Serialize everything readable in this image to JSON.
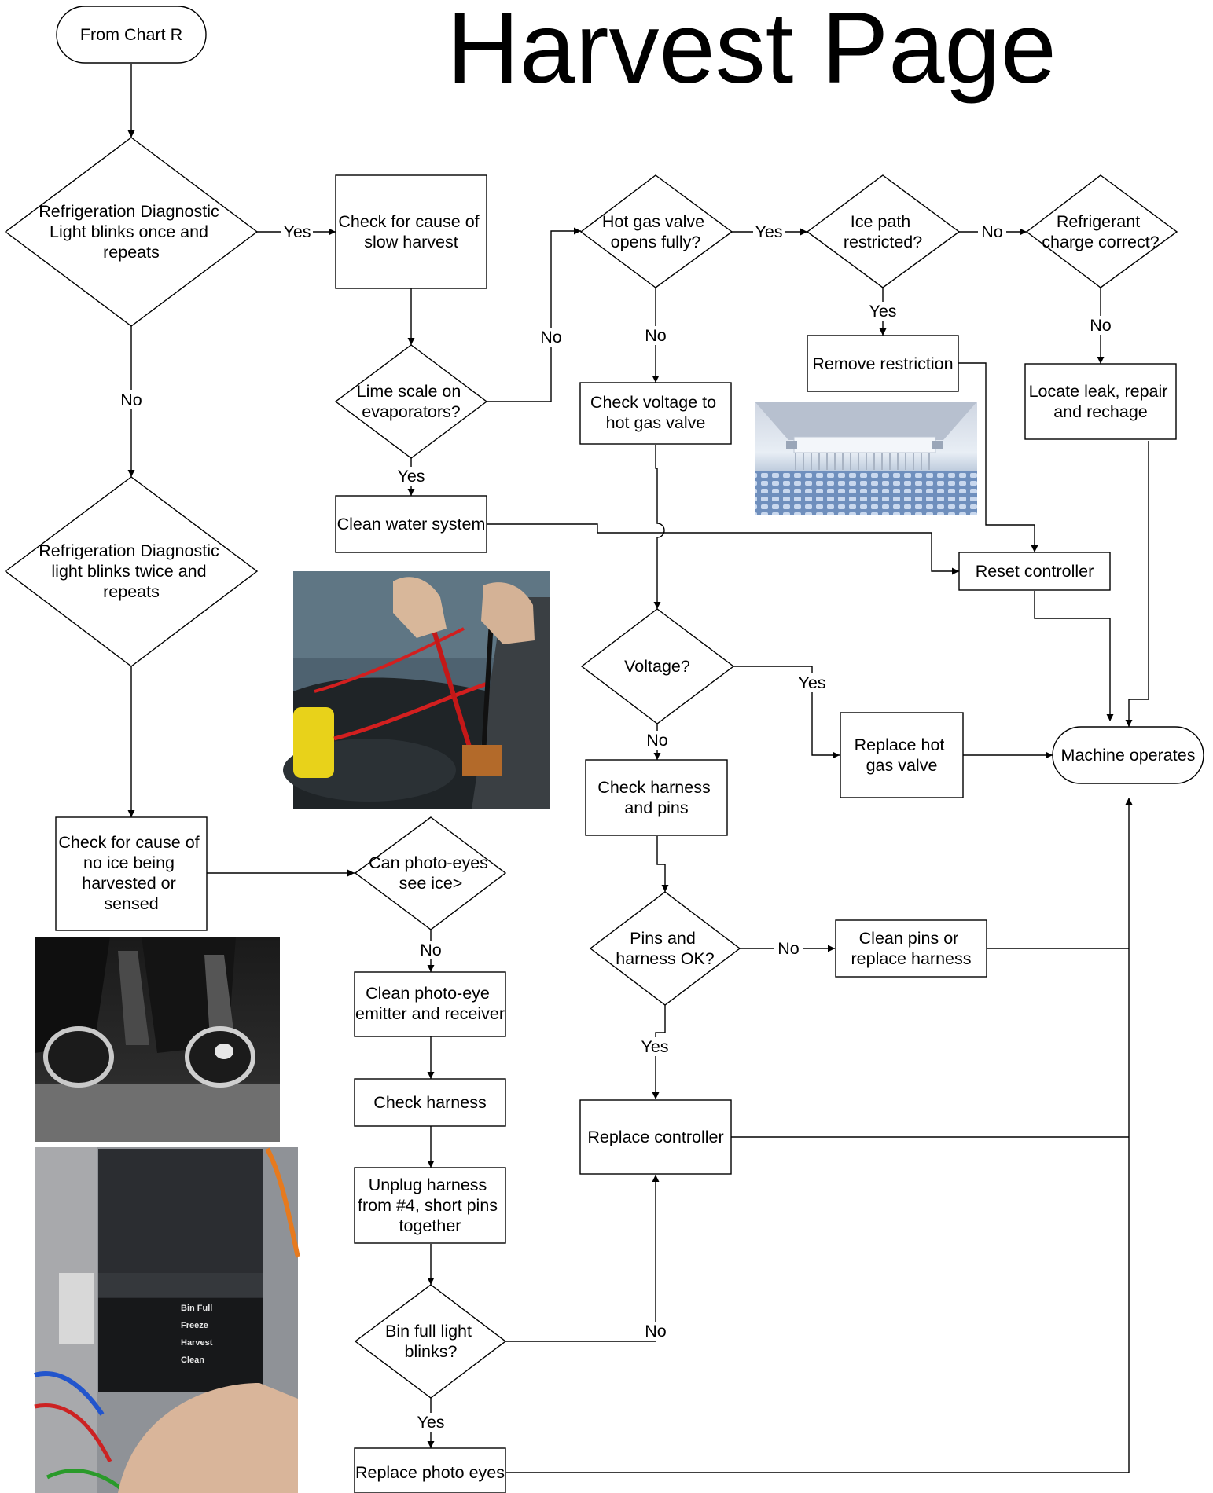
{
  "title": "Harvest Page",
  "nodes": {
    "from_chart_r": "From Chart R",
    "d_blinks_once": [
      "Refrigeration Diagnostic",
      "Light blinks once and",
      "repeats"
    ],
    "check_slow_harvest": [
      "Check for cause of",
      "slow harvest"
    ],
    "d_hot_gas_opens": [
      "Hot gas valve",
      "opens fully?"
    ],
    "d_ice_path": [
      "Ice path",
      "restricted?"
    ],
    "d_refrigerant": [
      "Refrigerant",
      "charge correct?"
    ],
    "remove_restriction": "Remove restriction",
    "locate_leak": [
      "Locate leak, repair",
      "and rechage"
    ],
    "d_lime_scale": [
      "Lime scale on",
      "evaporators?"
    ],
    "check_voltage": [
      "Check voltage to",
      "hot gas valve"
    ],
    "clean_water": "Clean water system",
    "reset_controller": "Reset controller",
    "d_blinks_twice": [
      "Refrigeration Diagnostic",
      "light blinks twice and",
      "repeats"
    ],
    "d_voltage": "Voltage?",
    "replace_hot_gas": [
      "Replace hot",
      "gas valve"
    ],
    "machine_operates": "Machine operates",
    "check_harness_pins": [
      "Check harness",
      "and pins"
    ],
    "check_no_ice": [
      "Check for cause of",
      "no ice being",
      "harvested or",
      "sensed"
    ],
    "d_photo_eyes": [
      "Can photo-eyes",
      "see ice>"
    ],
    "d_pins_ok": [
      "Pins and",
      "harness OK?"
    ],
    "clean_pins": [
      "Clean pins or",
      "replace harness"
    ],
    "clean_photo_eye": [
      "Clean photo-eye",
      "emitter and receiver"
    ],
    "check_harness": "Check harness",
    "replace_controller": "Replace controller",
    "unplug_harness": [
      "Unplug harness",
      "from #4, short pins",
      "together"
    ],
    "d_bin_full": [
      "Bin full light",
      "blinks?"
    ],
    "replace_photo_eyes": "Replace photo eyes"
  },
  "edge_labels": {
    "yes": "Yes",
    "no": "No"
  },
  "photos": [
    {
      "name": "evaporator-photo",
      "subject": "evaporator"
    },
    {
      "name": "meter-probe-photo",
      "subject": "meter probes on hot gas valve"
    },
    {
      "name": "photo-eye-photo",
      "subject": "photo-eyes"
    },
    {
      "name": "controller-photo",
      "subject": "controller",
      "visible_text": [
        "Bin Full",
        "Freeze",
        "Harvest",
        "Clean"
      ]
    }
  ],
  "colors": {
    "background": "#ffffff",
    "line": "#000000",
    "text": "#000000"
  }
}
